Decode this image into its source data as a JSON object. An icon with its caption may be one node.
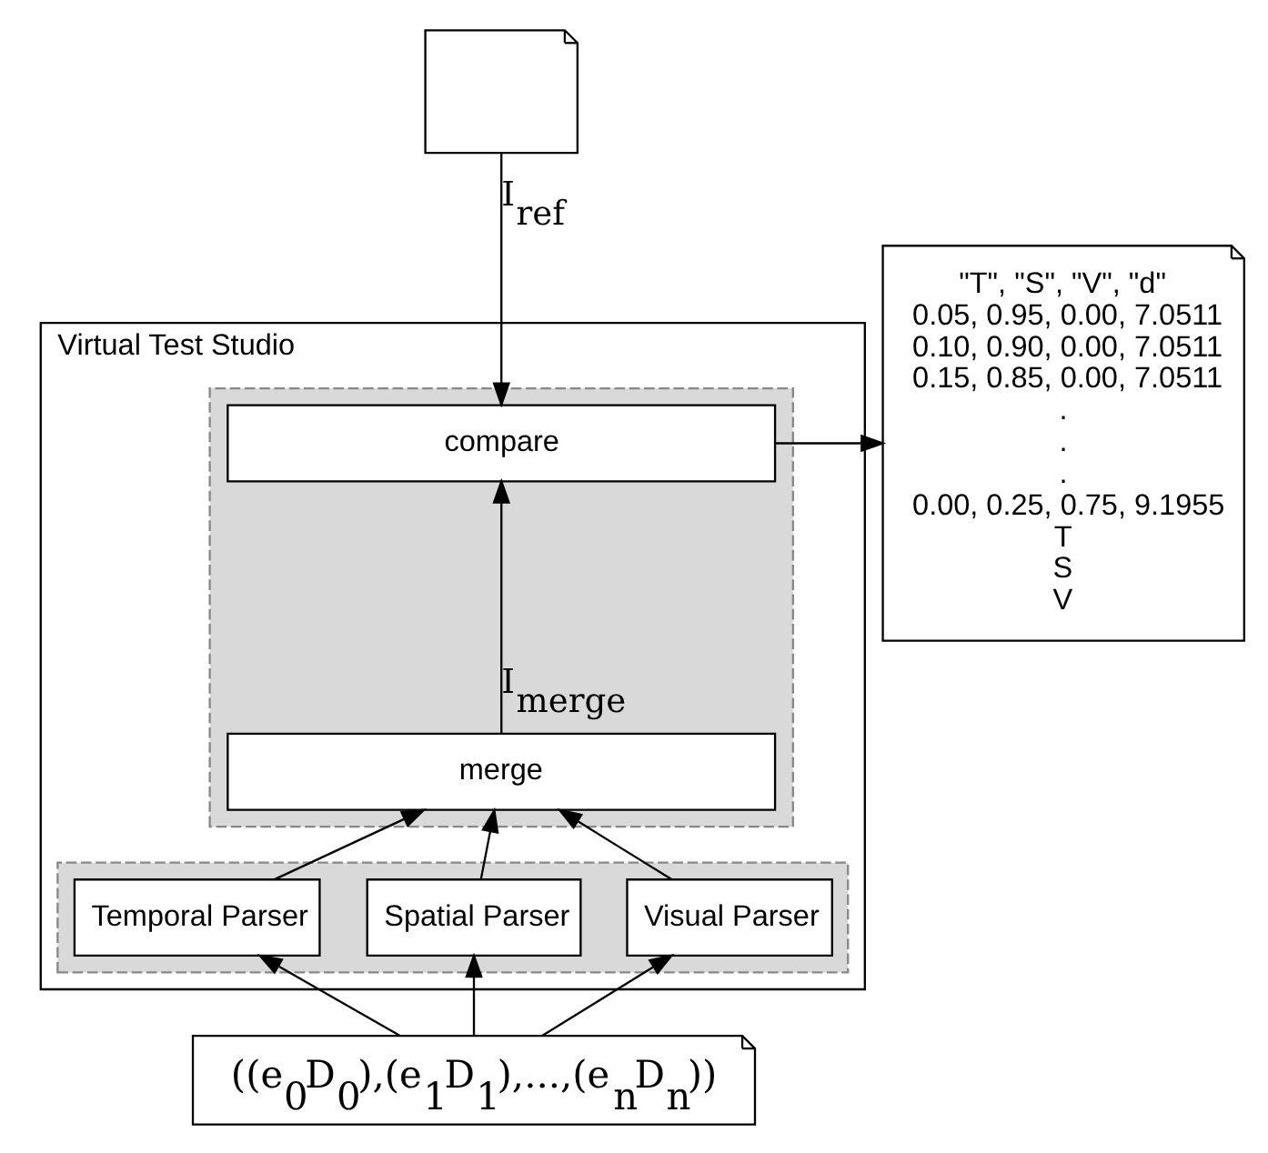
{
  "diagram": {
    "nodes": [
      {
        "text": [],
        "shape": "picture"
      },
      {
        "text": [
          "Virtual Test Studio"
        ]
      },
      {
        "text": [],
        "shape": "box",
        "in": 1
      },
      {
        "text": [
          "compare"
        ],
        "in": 2
      },
      {
        "text": [
          "merge"
        ],
        "in": 2
      },
      {
        "text": [],
        "shape": "box",
        "in": 1
      },
      {
        "text": [
          "Temporal Parser"
        ],
        "in": 5
      },
      {
        "text": [
          "Spatial Parser"
        ],
        "in": 5
      },
      {
        "text": [
          "Visual Parser"
        ],
        "in": 5
      },
      {
        "text": [
          "((e$_{0}$D$_{0}$),(e$_{1}$D$_{1}$),...,(e$_{n}$D$_{n}$))"
        ]
      },
      {
        "text": [
          "\"T\", \"S\", \"V\", \"d\"",
          "0.05, 0.95, 0.00, 7.0511",
          "0.10, 0.90, 0.00, 7.0511",
          "0.15, 0.85, 0.00, 7.0511",
          ".",
          ".",
          ".",
          "0.00, 0.25, 0.75, 9.1955",
          "T",
          "S",
          "V"
        ]
      }
    ],
    "edges": [
      {
        "from": 0,
        "to": 3,
        "arrow": "to",
        "label": "I$_{ref}$"
      },
      {
        "from": 4,
        "to": 3,
        "arrow": "to",
        "label": "I$_{merge}$"
      },
      {
        "from": 6,
        "to": 4,
        "arrow": "to"
      },
      {
        "from": 7,
        "to": 4,
        "arrow": "to"
      },
      {
        "from": 8,
        "to": 4,
        "arrow": "to"
      },
      {
        "from": 9,
        "to": 6,
        "arrow": "to"
      },
      {
        "from": 9,
        "to": 7,
        "arrow": "to"
      },
      {
        "from": 9,
        "to": 8,
        "arrow": "to"
      },
      {
        "from": 3,
        "to": 10,
        "arrow": "to"
      }
    ]
  }
}
